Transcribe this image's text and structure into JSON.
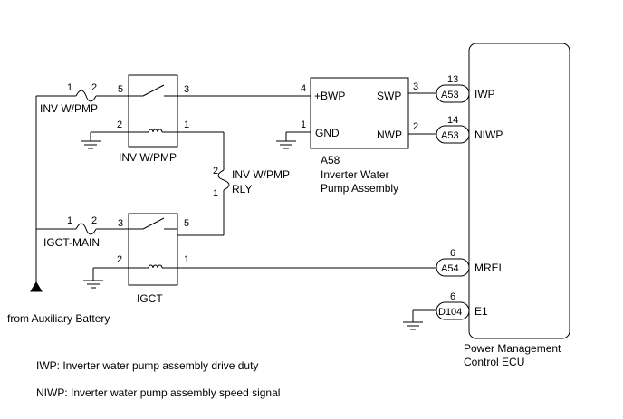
{
  "relay_inv": {
    "name": "INV W/PMP",
    "pins": {
      "in": "5",
      "out": "3",
      "coil_gnd": "2",
      "coil": "1"
    }
  },
  "relay_igct": {
    "name": "IGCT",
    "pins": {
      "in": "3",
      "out": "5",
      "coil_gnd": "2",
      "coil": "1"
    }
  },
  "fuse_inv": {
    "name": "INV W/PMP",
    "pin_a": "1",
    "pin_b": "2"
  },
  "fuse_igct": {
    "name": "IGCT-MAIN",
    "pin_a": "1",
    "pin_b": "2"
  },
  "fuse_rly": {
    "name_line1": "INV W/PMP",
    "name_line2": "RLY",
    "pin_top": "2",
    "pin_bottom": "1"
  },
  "pump": {
    "code": "A58",
    "name_line1": "Inverter Water",
    "name_line2": "Pump Assembly",
    "pins": [
      {
        "num": "4",
        "label": "+BWP"
      },
      {
        "num": "1",
        "label": "GND"
      },
      {
        "num": "3",
        "label": "SWP"
      },
      {
        "num": "2",
        "label": "NWP"
      }
    ]
  },
  "ecu": {
    "name_line1": "Power Management",
    "name_line2": "Control ECU",
    "pins": [
      {
        "num": "13",
        "connector": "A53",
        "label": "IWP"
      },
      {
        "num": "14",
        "connector": "A53",
        "label": "NIWP"
      },
      {
        "num": "6",
        "connector": "A54",
        "label": "MREL"
      },
      {
        "num": "6",
        "connector": "D104",
        "label": "E1"
      }
    ]
  },
  "battery_label": "from Auxiliary Battery",
  "notes": [
    "IWP: Inverter water pump assembly drive duty",
    "NIWP: Inverter water pump assembly speed signal"
  ]
}
